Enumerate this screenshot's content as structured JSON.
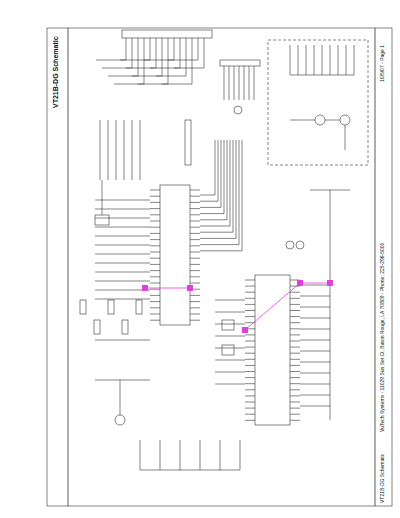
{
  "diagram": {
    "title": "VT21B-DG Schematic",
    "labels": [
      "VT21B-DG Schematic",
      "VuTech Systems - 11029 Sun Set Ct. Baton Rouge, LA 70809 - Phone: 225-296-5000",
      "10/5/07 - Page 1"
    ]
  }
}
